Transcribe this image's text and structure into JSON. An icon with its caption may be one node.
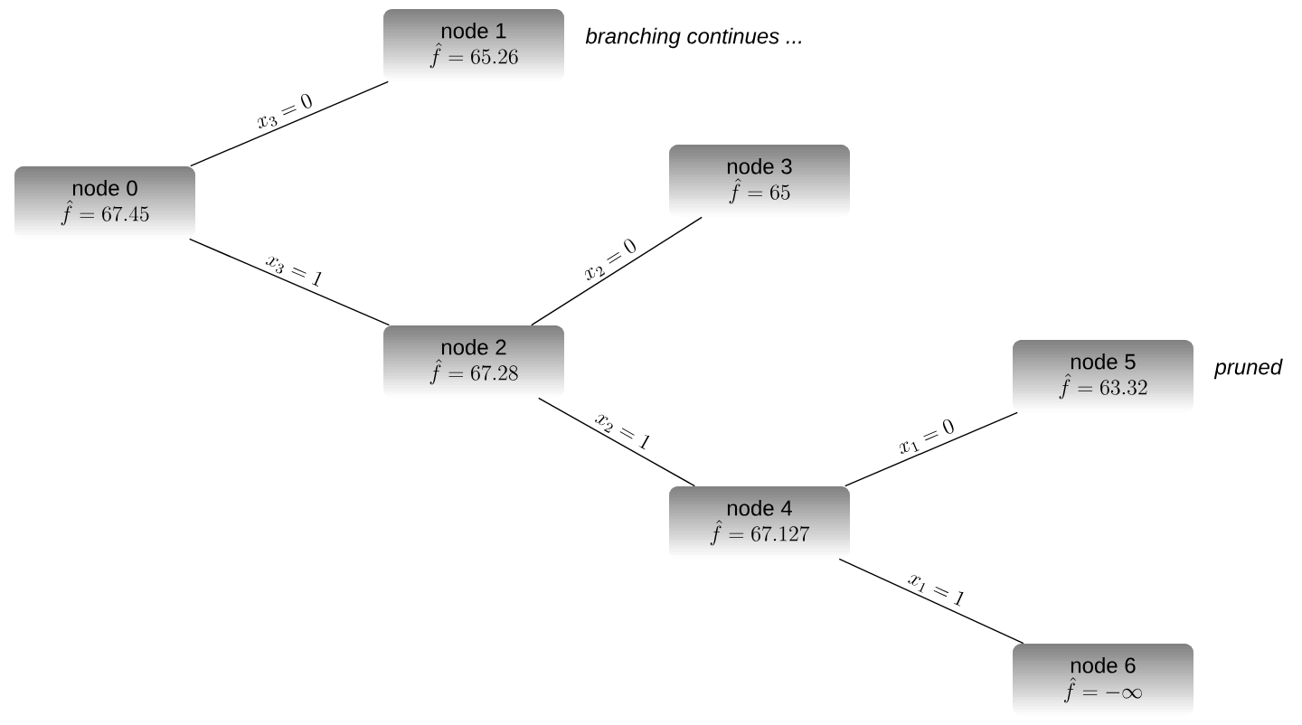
{
  "diagram": {
    "nodes": [
      {
        "text": [
          "node 0",
          "\\hat{f} = 67.45"
        ]
      },
      {
        "text": [
          "node 1",
          "\\hat{f} = 65.26"
        ],
        "beside": [
          "branching continues ..."
        ]
      },
      {
        "text": [
          "node 2",
          "\\hat{f} = 67.28"
        ]
      },
      {
        "text": [
          "node 3",
          "\\hat{f} = 65"
        ]
      },
      {
        "text": [
          "node 4",
          "\\hat{f} = 67.127"
        ]
      },
      {
        "text": [
          "node 5",
          "\\hat{f} = 63.32"
        ],
        "beside": [
          "pruned"
        ]
      },
      {
        "text": [
          "node 6",
          "\\hat{f} = -\\infty"
        ]
      }
    ],
    "edges": [
      {
        "from": 0,
        "to": 1,
        "arrow": "none",
        "label": "x_3 = 0"
      },
      {
        "from": 0,
        "to": 2,
        "arrow": "none",
        "label": "x_3 = 1"
      },
      {
        "from": 2,
        "to": 3,
        "arrow": "none",
        "label": "x_2 = 0"
      },
      {
        "from": 2,
        "to": 4,
        "arrow": "none",
        "label": "x_2 = 1"
      },
      {
        "from": 4,
        "to": 5,
        "arrow": "none",
        "label": "x_1 = 0"
      },
      {
        "from": 4,
        "to": 6,
        "arrow": "none",
        "label": "x_1 = 1"
      }
    ]
  }
}
